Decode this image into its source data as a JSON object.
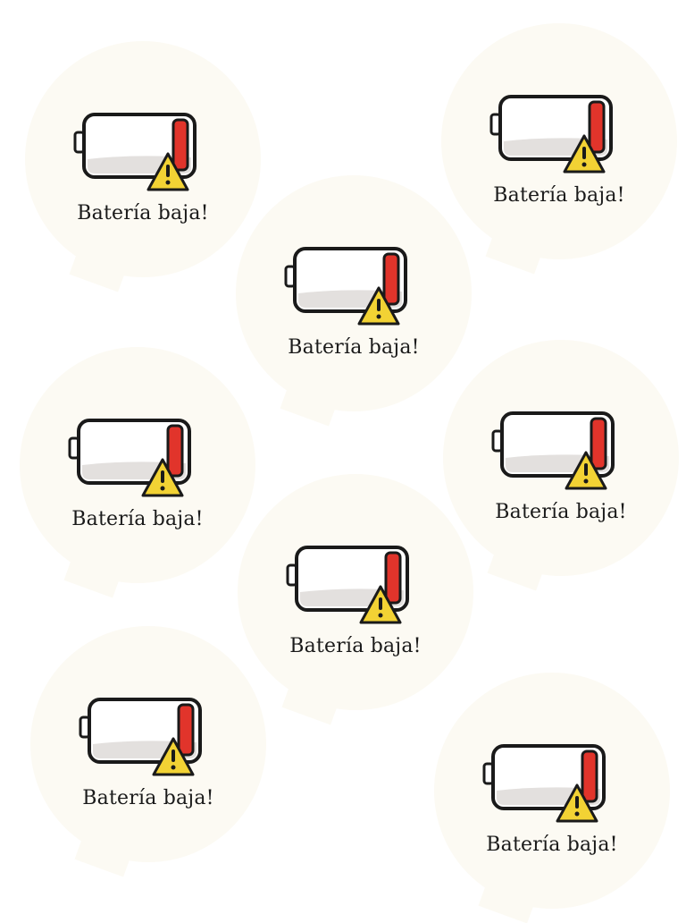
{
  "colors": {
    "sticker_bg": "#fcfaf3",
    "battery_fill": "#e3e0de",
    "battery_cell": "#e1342b",
    "warning_yellow": "#f2d234",
    "outline": "#1a1a1a"
  },
  "icons": [
    "battery-low-icon",
    "warning-icon"
  ],
  "stickers": [
    {
      "caption": "Batería baja!",
      "battery_level": 0.12
    },
    {
      "caption": "Batería baja!",
      "battery_level": 0.12
    },
    {
      "caption": "Batería baja!",
      "battery_level": 0.12
    },
    {
      "caption": "Batería baja!",
      "battery_level": 0.12
    },
    {
      "caption": "Batería baja!",
      "battery_level": 0.12
    },
    {
      "caption": "Batería baja!",
      "battery_level": 0.12
    },
    {
      "caption": "Batería baja!",
      "battery_level": 0.12
    },
    {
      "caption": "Batería baja!",
      "battery_level": 0.12
    }
  ]
}
